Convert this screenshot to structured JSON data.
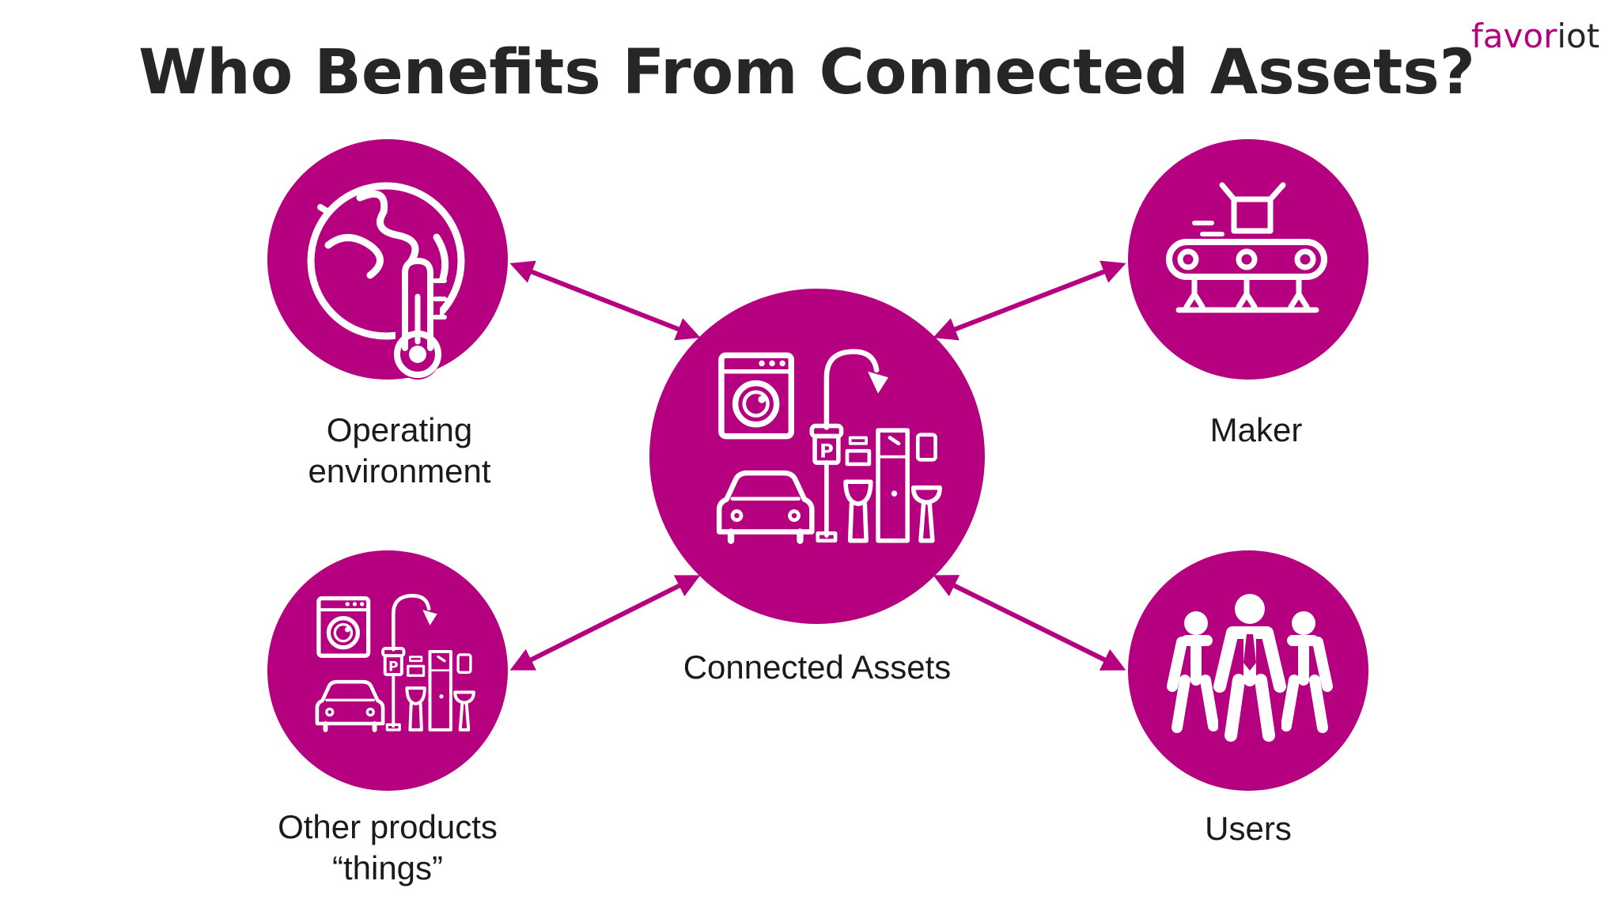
{
  "title": "Who Benefits From Connected Assets?",
  "logo": {
    "part1": "favor",
    "part2": "iot"
  },
  "colors": {
    "accent": "#b5007f",
    "text": "#262626",
    "background": "#ffffff"
  },
  "nodes": {
    "center": {
      "label": "Connected Assets",
      "icon": "appliances-icon"
    },
    "operating_environment": {
      "label_line1": "Operating",
      "label_line2": "environment",
      "icon": "globe-thermometer-icon"
    },
    "maker": {
      "label": "Maker",
      "icon": "conveyor-belt-icon"
    },
    "other_products": {
      "label_line1": "Other products",
      "label_line2": "“things”",
      "icon": "appliances-icon"
    },
    "users": {
      "label": "Users",
      "icon": "people-group-icon"
    }
  },
  "parking_sign": "P"
}
